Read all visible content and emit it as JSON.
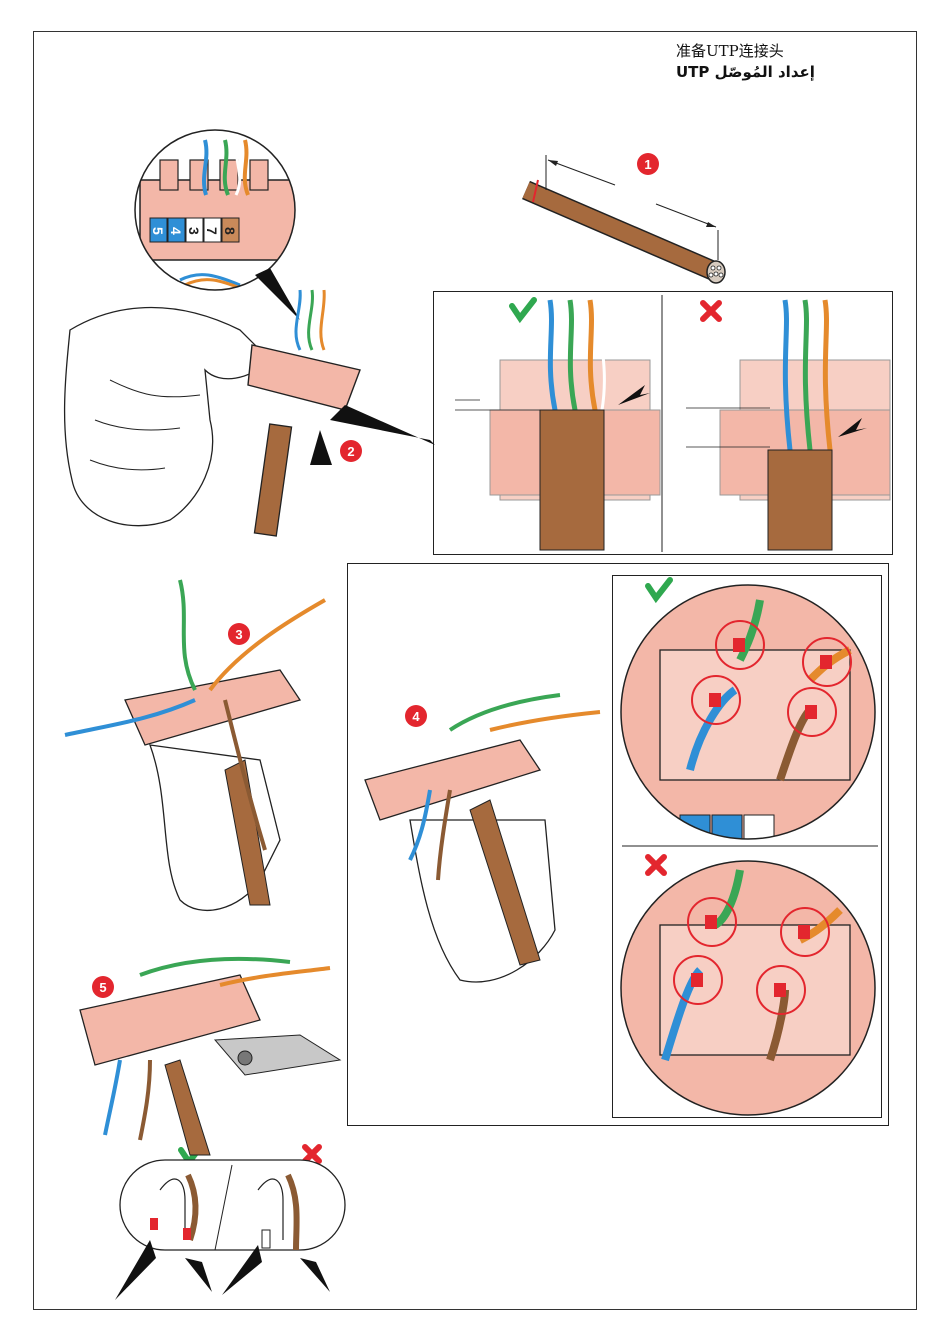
{
  "title": {
    "chinese": "准备UTP连接头",
    "arabic": "UTP إعداد المُوصّل"
  },
  "steps": [
    "1",
    "2",
    "3",
    "4",
    "5"
  ],
  "port_labels": [
    "5",
    "4",
    "3",
    "7",
    "8"
  ],
  "marks": {
    "ok_icon": "check-icon",
    "bad_icon": "cross-icon"
  },
  "colors": {
    "connector": "#f3b7a8",
    "cable": "#a66a3e",
    "step_badge": "#e3262e",
    "ok": "#2fa84f",
    "bad": "#e3262e",
    "blue_wire": "#2f8fd6",
    "green_wire": "#3aa655",
    "orange_wire": "#e58a2c",
    "brown_wire": "#8b5a33"
  }
}
